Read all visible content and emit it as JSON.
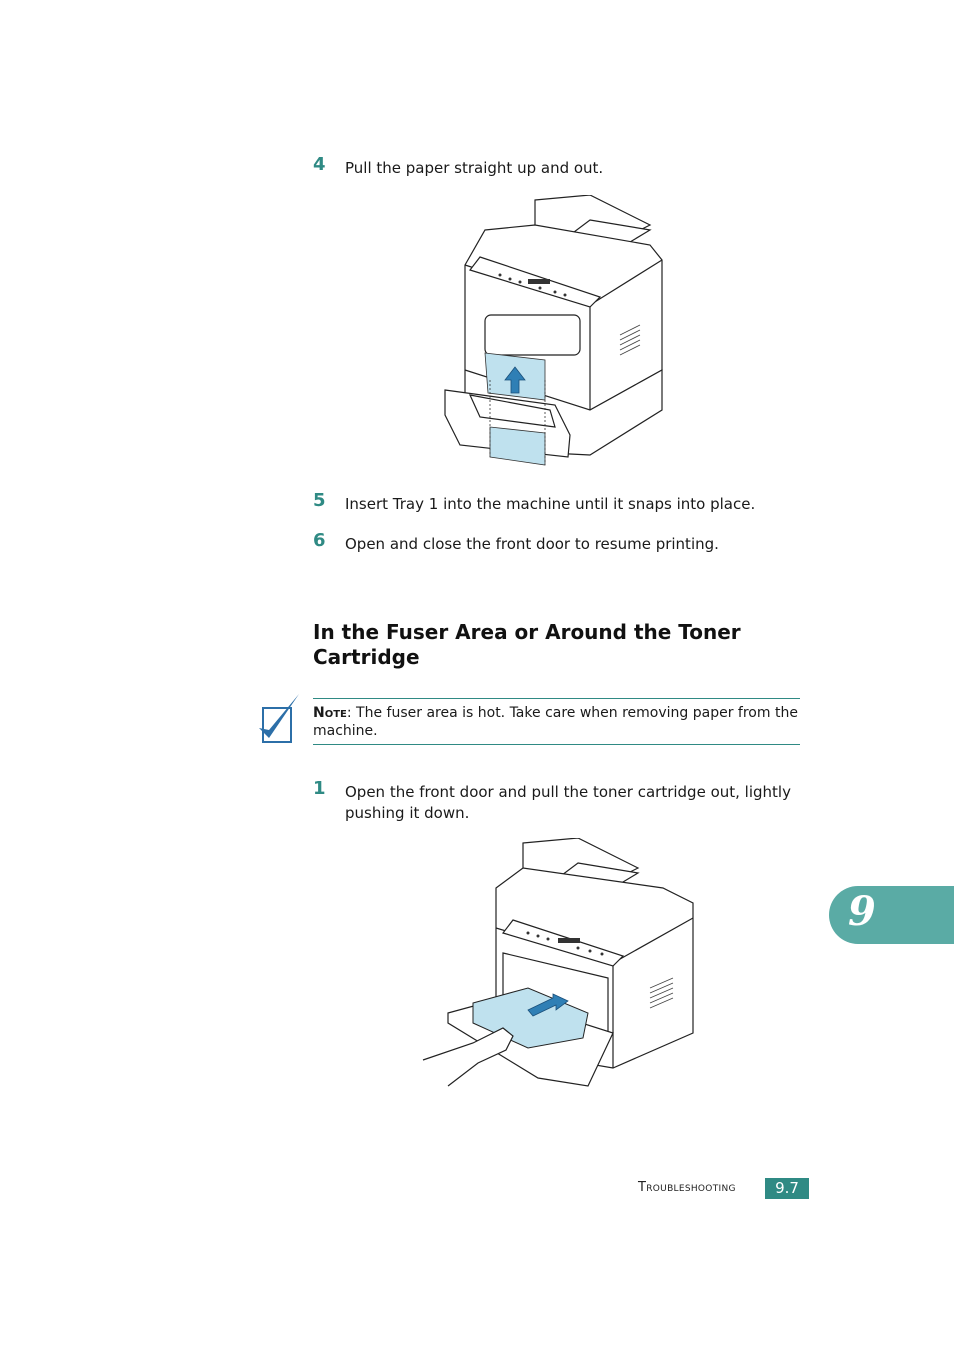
{
  "steps_top": [
    {
      "num": "4",
      "text": "Pull the paper straight up and out."
    },
    {
      "num": "5",
      "text": "Insert Tray 1 into the machine until it snaps into place."
    },
    {
      "num": "6",
      "text": "Open and close the front door to resume printing."
    }
  ],
  "section": {
    "heading": "In the Fuser Area or Around the Toner Cartridge"
  },
  "note": {
    "label": "Note",
    "text": ": The fuser area is hot. Take care when removing paper from the machine."
  },
  "steps_bottom": [
    {
      "num": "1",
      "text": "Open the front door and pull the toner cartridge out, lightly pushing it down."
    }
  ],
  "chapter": {
    "number": "9"
  },
  "footer": {
    "section_label": "Troubleshooting",
    "page": "9.7"
  },
  "colors": {
    "accent": "#2f8a84",
    "tab": "#5aaba5",
    "highlight": "#bfe1ee"
  },
  "icons": [
    "checkmark-note-icon",
    "arrow-up-icon",
    "arrow-out-icon"
  ]
}
